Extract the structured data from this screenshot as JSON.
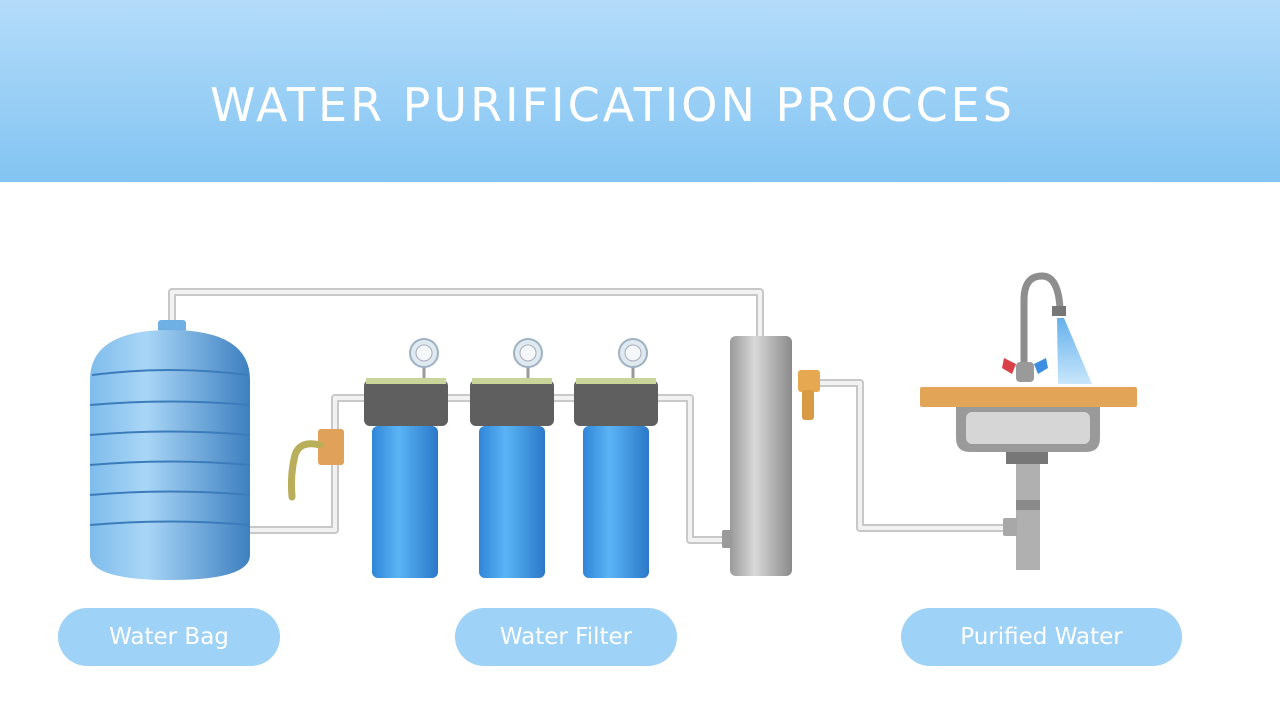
{
  "header": {
    "title": "WATER PURIFICATION PROCCES"
  },
  "labels": {
    "water_bag": "Water Bag",
    "water_filter": "Water Filter",
    "purified_water": "Purified Water"
  },
  "colors": {
    "header_top": "#b4dcfa",
    "header_bottom": "#82c4f2",
    "pill": "#9fd2f7",
    "tank": "#5b9fd8",
    "filter": "#3f9be6",
    "counter": "#e2a558"
  }
}
